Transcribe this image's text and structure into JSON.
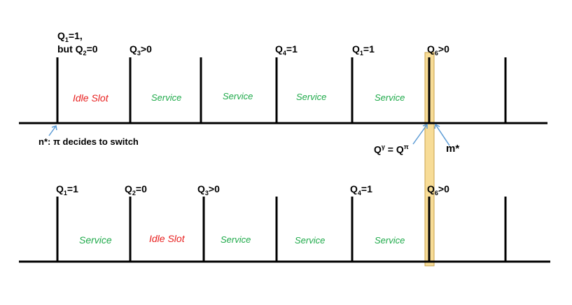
{
  "top": {
    "labels": [
      {
        "main": "Q",
        "sub": "1",
        "post": "=1,"
      },
      {
        "main": "but Q",
        "sub": "2",
        "post": "=0"
      },
      {
        "main": "Q",
        "sub": "3",
        "post": ">0"
      },
      {
        "main": "Q",
        "sub": "4",
        "post": "=1"
      },
      {
        "main": "Q",
        "sub": "1",
        "post": "=1"
      },
      {
        "main": "Q",
        "sub": "6",
        "post": ">0"
      }
    ],
    "slots": [
      "Idle Slot",
      "Service",
      "Service",
      "Service",
      "Service"
    ]
  },
  "bottom": {
    "labels": [
      {
        "main": "Q",
        "sub": "1",
        "post": "=1"
      },
      {
        "main": "Q",
        "sub": "2",
        "post": "=0"
      },
      {
        "main": "Q",
        "sub": "3",
        "post": ">0"
      },
      {
        "main": "Q",
        "sub": "4",
        "post": "=1"
      },
      {
        "main": "Q",
        "sub": "6",
        "post": ">0"
      }
    ],
    "slots": [
      "Service",
      "Idle Slot",
      "Service",
      "Service",
      "Service"
    ]
  },
  "annotations": {
    "n_star": "n*: π decides to switch",
    "q_eq": {
      "q1": "Q",
      "sup1": "γ",
      "eq": " = Q",
      "sup2": "π"
    },
    "m_star": "m*"
  },
  "colors": {
    "service": "#1faa4a",
    "idle": "#e8201f",
    "highlight": "#f7dc97",
    "highlight_border": "#c9a24a",
    "arrow": "#5b9bd5"
  }
}
